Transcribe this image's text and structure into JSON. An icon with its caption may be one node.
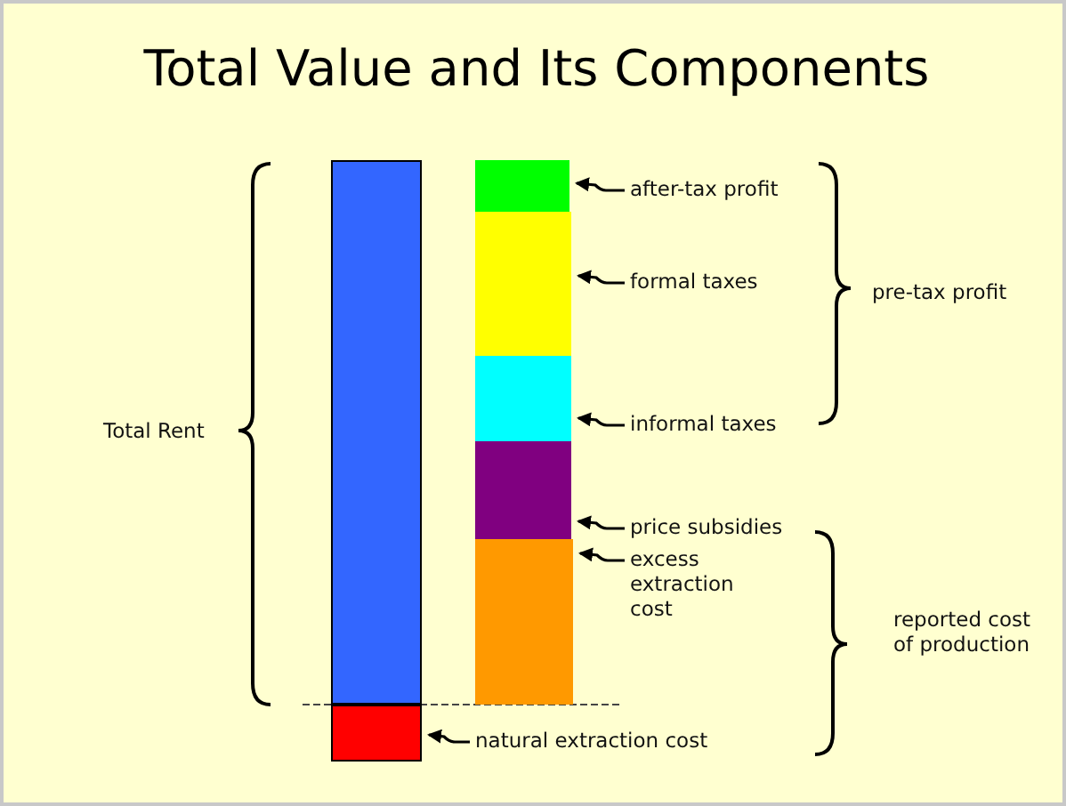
{
  "diagram": {
    "title": "Total Value and Its Components",
    "nodes": [
      {
        "text": [],
        "shape": "bar"
      },
      {
        "text": [],
        "shape": "box"
      },
      {
        "text": [],
        "shape": "box"
      },
      {
        "text": [],
        "shape": "box"
      },
      {
        "text": [],
        "shape": "box"
      },
      {
        "text": [],
        "shape": "box"
      },
      {
        "text": [],
        "shape": "box"
      },
      {
        "text": [
          "after-tax profit"
        ]
      },
      {
        "text": [
          "formal taxes"
        ]
      },
      {
        "text": [
          "informal taxes"
        ]
      },
      {
        "text": [
          "price subsidies"
        ]
      },
      {
        "text": [
          "excess extraction cost"
        ]
      },
      {
        "text": [
          "natural extraction cost"
        ]
      }
    ],
    "edges": [
      {
        "from": 7,
        "to": 2,
        "arrow": "to"
      },
      {
        "from": 8,
        "to": 3,
        "arrow": "to"
      },
      {
        "from": 9,
        "to": 4,
        "arrow": "to"
      },
      {
        "from": 10,
        "to": 5,
        "arrow": "to"
      },
      {
        "from": 11,
        "to": 6,
        "arrow": "to"
      },
      {
        "from": 12,
        "to": 1,
        "arrow": "to"
      }
    ],
    "labels": [
      "Total Rent",
      "pre-tax profit",
      "reported cost of production"
    ]
  }
}
